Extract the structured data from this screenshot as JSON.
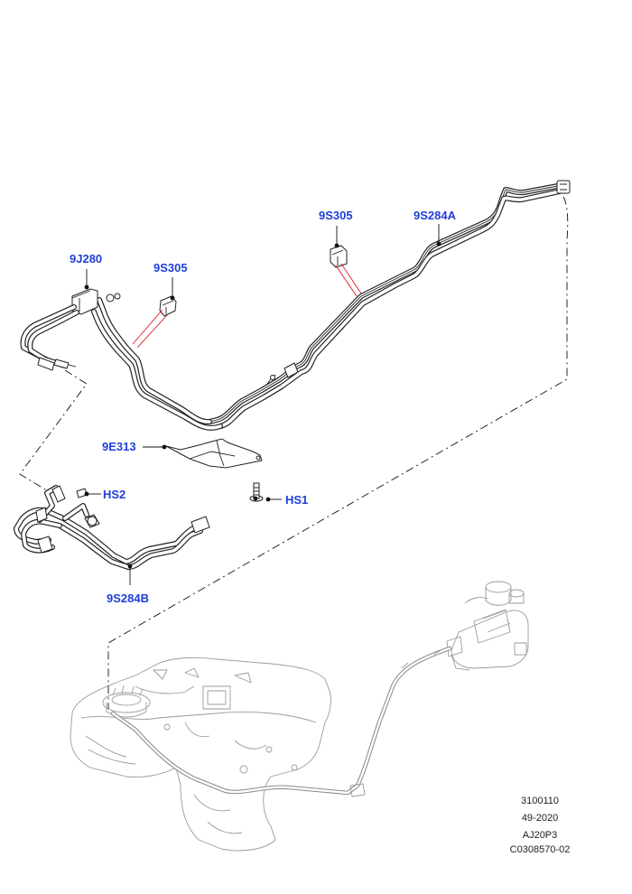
{
  "labels": {
    "p9J280": "9J280",
    "p9S305_left": "9S305",
    "p9S305_right": "9S305",
    "p9S284A": "9S284A",
    "p9E313": "9E313",
    "pHS2": "HS2",
    "pHS1": "HS1",
    "p9S284B": "9S284B"
  },
  "reference": {
    "line1": "3100110",
    "line2": "49-2020",
    "line3": "AJ20P3",
    "line4": "C0308570-02"
  },
  "colors": {
    "label": "#1f3fd8",
    "leader_highlight": "#e0151c",
    "line": "#222222",
    "ghost": "#9a9a9a"
  }
}
